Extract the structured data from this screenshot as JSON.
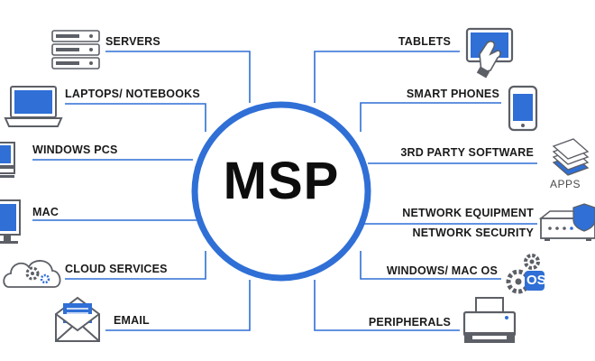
{
  "hub": {
    "label": "MSP"
  },
  "left_items": [
    {
      "id": "servers",
      "label": "SERVERS",
      "icon": "server-rack-icon"
    },
    {
      "id": "laptops",
      "label": "LAPTOPS/ NOTEBOOKS",
      "icon": "laptop-icon"
    },
    {
      "id": "windows-pcs",
      "label": "WINDOWS PCS",
      "icon": "desktop-pc-icon"
    },
    {
      "id": "mac",
      "label": "MAC",
      "icon": "monitor-icon"
    },
    {
      "id": "cloud",
      "label": "CLOUD SERVICES",
      "icon": "cloud-gear-icon"
    },
    {
      "id": "email",
      "label": "EMAIL",
      "icon": "envelope-icon"
    }
  ],
  "right_items": [
    {
      "id": "tablets",
      "label": "TABLETS",
      "icon": "tablet-hand-icon"
    },
    {
      "id": "smart-phones",
      "label": "SMART PHONES",
      "icon": "smartphone-icon"
    },
    {
      "id": "software",
      "label": "3RD PARTY SOFTWARE",
      "icon": "apps-stack-icon",
      "icon_text": "APPS"
    },
    {
      "id": "network-equipment",
      "label": "NETWORK EQUIPMENT",
      "icon": "router-shield-icon"
    },
    {
      "id": "network-security",
      "label": "NETWORK SECURITY"
    },
    {
      "id": "os",
      "label": "WINDOWS/ MAC OS",
      "icon": "gears-os-icon",
      "icon_text": "OS"
    },
    {
      "id": "peripherals",
      "label": "PERIPHERALS",
      "icon": "printer-icon"
    }
  ],
  "colors": {
    "accent": "#2f6fd6",
    "line": "#2f6fd6",
    "icon_gray": "#5c5f66",
    "text": "#1a1a1a"
  }
}
